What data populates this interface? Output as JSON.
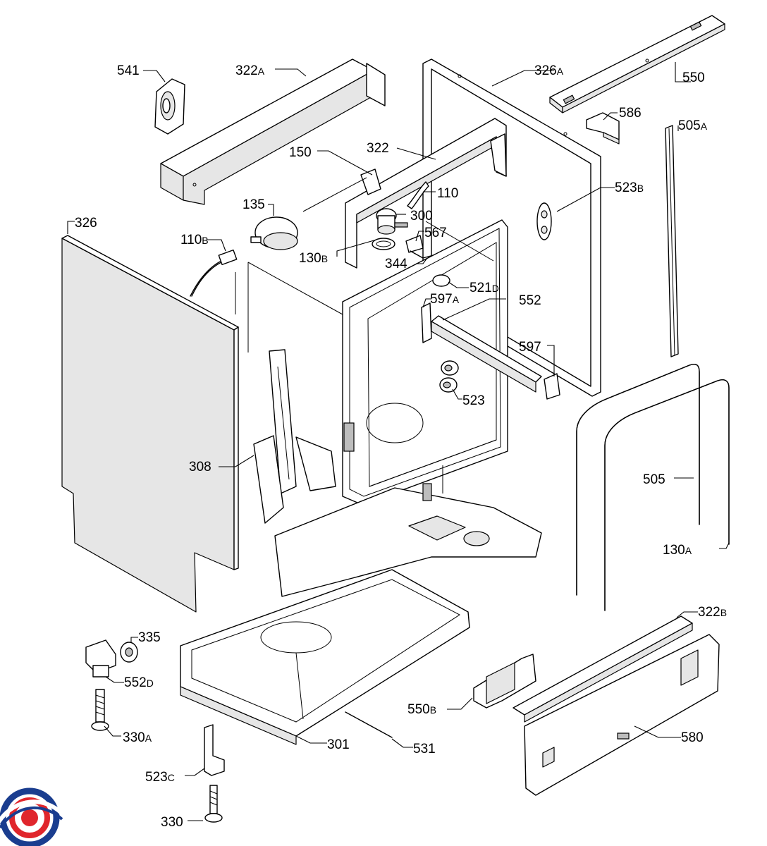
{
  "labels": {
    "p541": {
      "num": "541",
      "suffix": ""
    },
    "p322a": {
      "num": "322",
      "suffix": "A"
    },
    "p326a": {
      "num": "326",
      "suffix": "A"
    },
    "p550": {
      "num": "550",
      "suffix": ""
    },
    "p586": {
      "num": "586",
      "suffix": ""
    },
    "p505a": {
      "num": "505",
      "suffix": "A"
    },
    "p150": {
      "num": "150",
      "suffix": ""
    },
    "p322": {
      "num": "322",
      "suffix": ""
    },
    "p110": {
      "num": "110",
      "suffix": ""
    },
    "p523b": {
      "num": "523",
      "suffix": "B"
    },
    "p326": {
      "num": "326",
      "suffix": ""
    },
    "p135": {
      "num": "135",
      "suffix": ""
    },
    "p300": {
      "num": "300",
      "suffix": ""
    },
    "p110b": {
      "num": "110",
      "suffix": "B"
    },
    "p567": {
      "num": "567",
      "suffix": ""
    },
    "p130b": {
      "num": "130",
      "suffix": "B"
    },
    "p344": {
      "num": "344",
      "suffix": ""
    },
    "p521d": {
      "num": "521",
      "suffix": "D"
    },
    "p597a": {
      "num": "597",
      "suffix": "A"
    },
    "p552": {
      "num": "552",
      "suffix": ""
    },
    "p597": {
      "num": "597",
      "suffix": ""
    },
    "p523": {
      "num": "523",
      "suffix": ""
    },
    "p308": {
      "num": "308",
      "suffix": ""
    },
    "p505": {
      "num": "505",
      "suffix": ""
    },
    "p130a": {
      "num": "130",
      "suffix": "A"
    },
    "p335": {
      "num": "335",
      "suffix": ""
    },
    "p322b": {
      "num": "322",
      "suffix": "B"
    },
    "p552d": {
      "num": "552",
      "suffix": "D"
    },
    "p550b": {
      "num": "550",
      "suffix": "B"
    },
    "p330a": {
      "num": "330",
      "suffix": "A"
    },
    "p301": {
      "num": "301",
      "suffix": ""
    },
    "p531": {
      "num": "531",
      "suffix": ""
    },
    "p580": {
      "num": "580",
      "suffix": ""
    },
    "p523c": {
      "num": "523",
      "suffix": "C"
    },
    "p330": {
      "num": "330",
      "suffix": ""
    }
  },
  "logo": {
    "primary": "#1a3d8f",
    "accent": "#e0262c"
  }
}
